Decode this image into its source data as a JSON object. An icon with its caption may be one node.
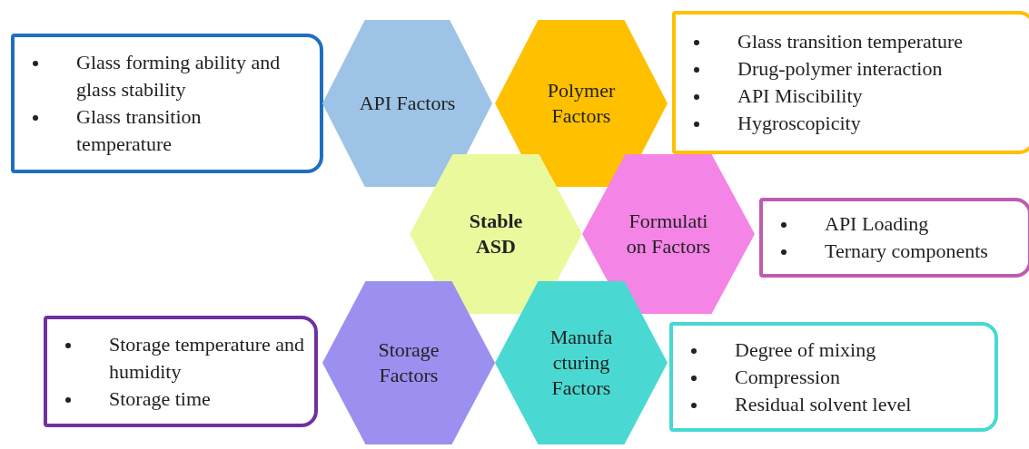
{
  "diagram": {
    "nodes": [
      {
        "text": [
          "Glass forming ability and glass stability",
          "Glass transition temperature"
        ]
      },
      {
        "text": [
          "API Factors"
        ]
      },
      {
        "text": [
          "Polymer Factors"
        ]
      },
      {
        "text": [
          "Glass transition temperature",
          "Drug-polymer interaction",
          "API Miscibility",
          "Hygroscopicity"
        ]
      },
      {
        "text": [
          "Stable ASD"
        ]
      },
      {
        "text": [
          "Formulati on Factors"
        ]
      },
      {
        "text": [
          "API Loading",
          "Ternary components"
        ]
      },
      {
        "text": [
          "Storage temperature and humidity",
          "Storage time"
        ]
      },
      {
        "text": [
          "Storage Factors"
        ]
      },
      {
        "text": [
          "Manufa cturing Factors"
        ]
      },
      {
        "text": [
          "Degree of mixing",
          "Compression",
          "Residual solvent level"
        ]
      }
    ]
  }
}
